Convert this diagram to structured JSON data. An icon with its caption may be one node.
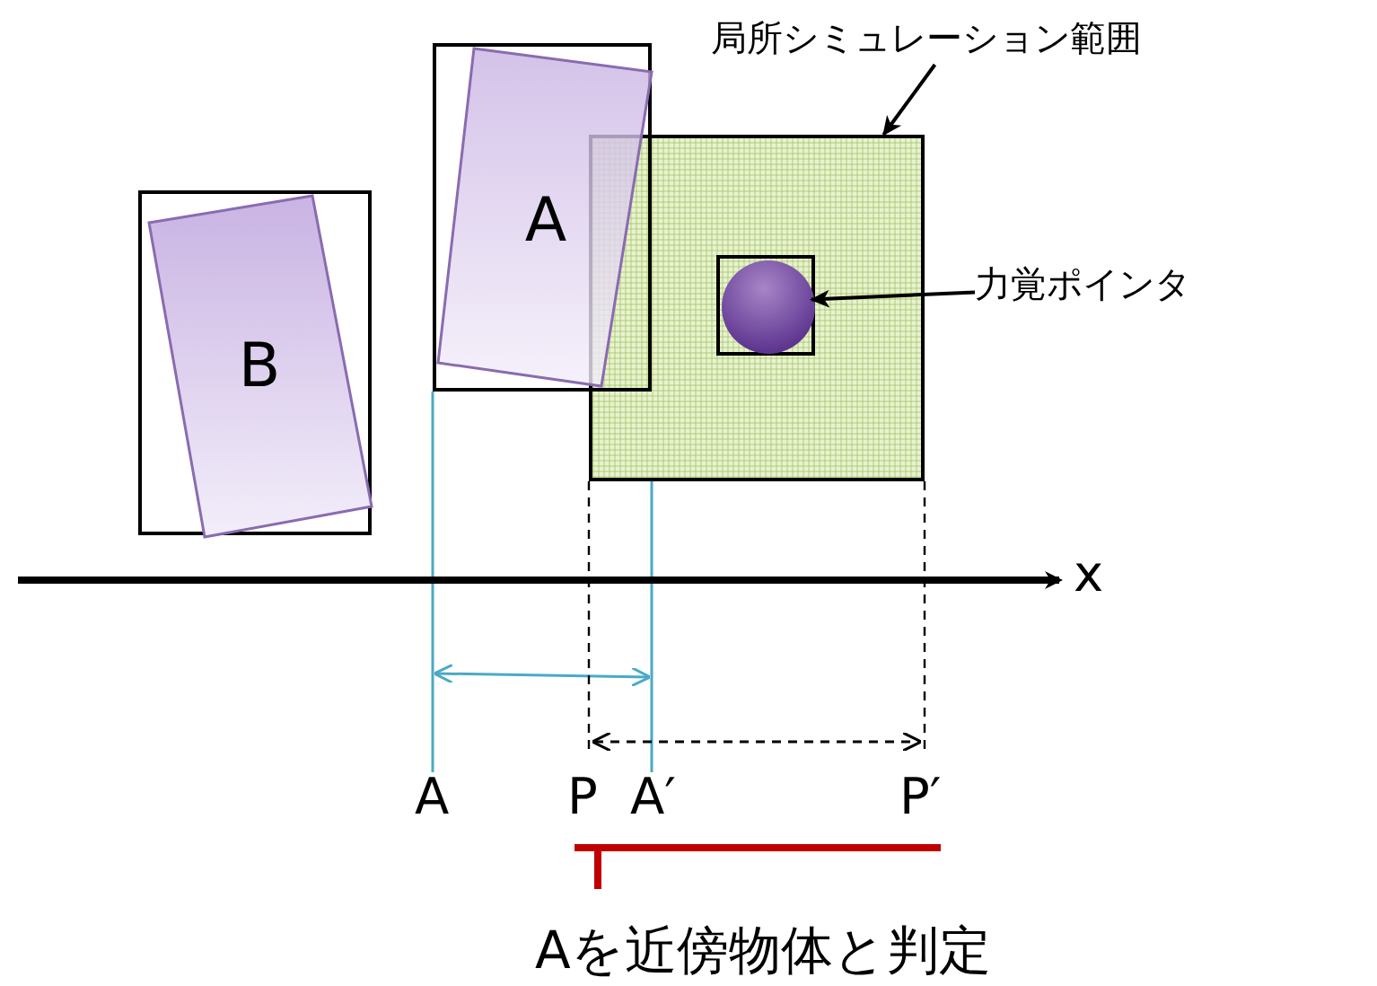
{
  "diagram": {
    "nodes": [
      {
        "text": [],
        "shape": "box"
      },
      {
        "text": [
          "B"
        ],
        "in": 0
      },
      {
        "text": [],
        "shape": "box"
      },
      {
        "text": [
          "A"
        ],
        "in": 2
      },
      {
        "text": [],
        "shape": "box"
      },
      {
        "text": [],
        "shape": "box",
        "in": 4
      },
      {
        "text": [],
        "shape": "circle",
        "in": 5
      },
      {
        "text": [
          "局所シミュレーション範囲"
        ]
      },
      {
        "text": [
          "力覚ポインタ"
        ]
      }
    ],
    "edges": [
      {
        "from": 7,
        "to": 4,
        "arrow": "to"
      },
      {
        "from": 8,
        "to": 5,
        "arrow": "to"
      }
    ],
    "labels": [
      "x",
      "A",
      "P",
      "A′",
      "P′",
      "Aを近傍物体と判定"
    ]
  }
}
